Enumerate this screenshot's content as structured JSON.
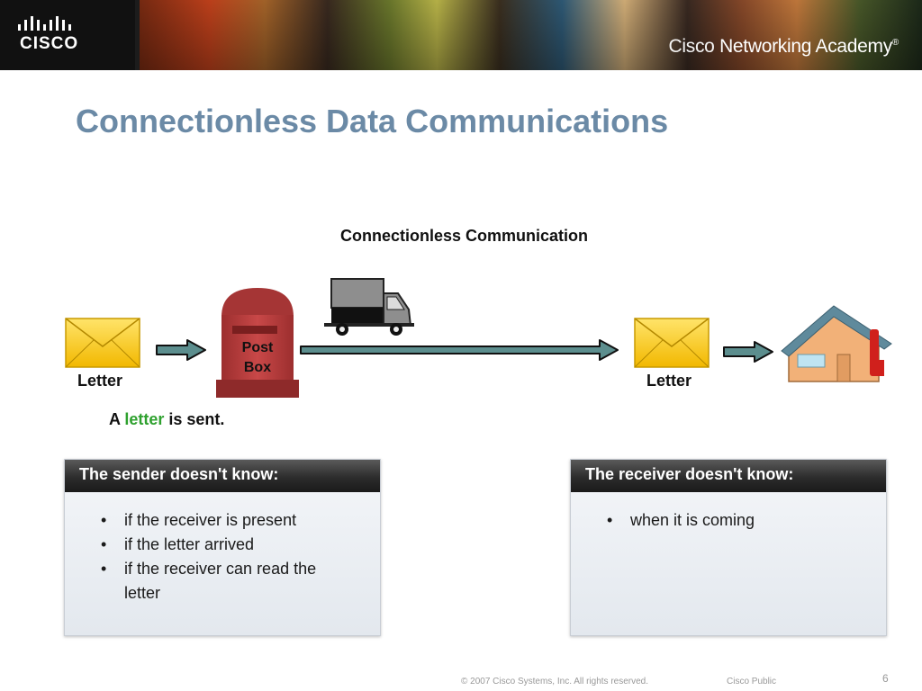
{
  "header": {
    "logo_text": "CISCO",
    "academy_light": "Cisco",
    "academy_strong": " Networking Academy",
    "academy_mark": "®"
  },
  "slide": {
    "title": "Connectionless Data Communications"
  },
  "diagram": {
    "title": "Connectionless Communication",
    "sender_letter_label": "Letter",
    "receiver_letter_label": "Letter",
    "postbox_line1": "Post",
    "postbox_line2": "Box",
    "sent_prefix": "A ",
    "sent_highlight": "letter",
    "sent_suffix": " is sent.",
    "colors": {
      "envelope": "#f2c400",
      "postbox": "#b63a3a",
      "arrow": "#5c8e8e",
      "house": "#f2b178",
      "roof": "#5f8a9c",
      "highlight": "#2fa12f"
    }
  },
  "panels": {
    "sender": {
      "heading": "The sender doesn't know:",
      "items": [
        "if the receiver is present",
        "if the letter arrived",
        "if the receiver can read the letter"
      ]
    },
    "receiver": {
      "heading": "The receiver doesn't know:",
      "items": [
        "when it is coming"
      ]
    }
  },
  "footer": {
    "copyright": "© 2007 Cisco Systems, Inc. All rights reserved.",
    "classification": "Cisco Public",
    "page_number": "6"
  }
}
